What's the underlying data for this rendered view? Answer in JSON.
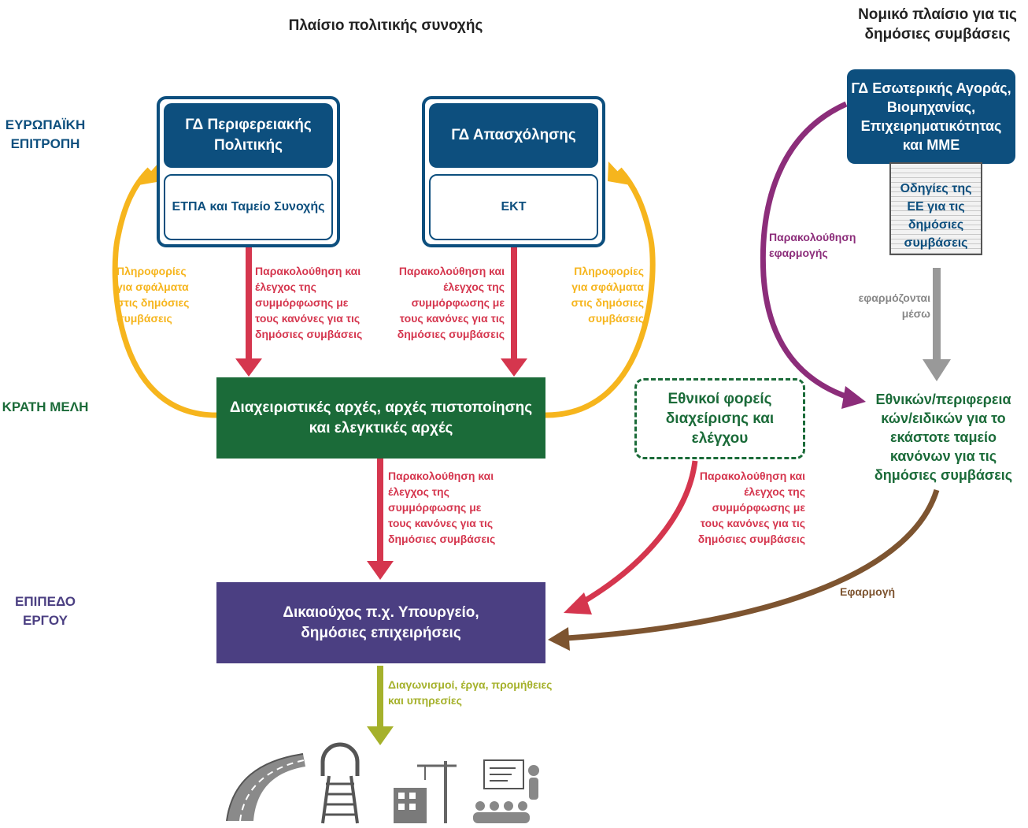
{
  "headers": {
    "policy": "Πλαίσιο πολιτικής συνοχής",
    "legal": "Νομικό πλαίσιο για τις δημόσιες συμβάσεις"
  },
  "levels": {
    "commission": "ΕΥΡΩΠΑΪΚΗ ΕΠΙΤΡΟΠΗ",
    "member_states": "ΚΡΑΤΗ ΜΕΛΗ",
    "project": "ΕΠΙΠΕΔΟ ΕΡΓΟΥ"
  },
  "boxes": {
    "dg_regio": "ΓΔ Περιφερειακής Πολιτικής",
    "erdf_cf": "ΕΤΠΑ και Ταμείο Συνοχής",
    "dg_empl": "ΓΔ Απασχόλησης",
    "esf": "ΕΚΤ",
    "dg_grow": "ΓΔ Εσωτερικής Αγοράς, Βιομηχανίας, Επιχειρηματικότητας και ΜΜΕ",
    "directives": "Οδηγίες της ΕΕ για τις δημόσιες συμβάσεις",
    "authorities": "Διαχειριστικές αρχές, αρχές πιστοποίησης και ελεγκτικές αρχές",
    "national_bodies": "Εθνικοί φορείς διαχείρισης και ελέγχου",
    "national_rules": "Εθνικών/περιφερεια κών/ειδικών για το εκάστοτε ταμείο κανόνων για τις δημόσιες συμβάσεις",
    "beneficiary": "Δικαιούχος π.χ. Υπουργείο, δημόσιες επιχειρήσεις"
  },
  "labels": {
    "monitoring_control": "Παρακολούθηση και έλεγχος της συμμόρφωσης με τους κανόνες για τις δημόσιες συμβάσεις",
    "error_info": "Πληροφορίες για σφάλματα στις δημόσιες συμβάσεις",
    "monitoring_implementation": "Παρακολούθηση εφαρμογής",
    "applied_through": "εφαρμόζονται μέσω",
    "application": "Εφαρμογή",
    "tenders": "Διαγωνισμοί, έργα, προμήθειες και υπηρεσίες"
  },
  "colors": {
    "navy": "#0d4f7e",
    "green": "#1b6b39",
    "purple": "#4b3f82",
    "red": "#d5364e",
    "yellow": "#f6b51d",
    "magenta": "#8c2d7a",
    "gray": "#999999",
    "brown": "#7d5430",
    "olive": "#a5b12b"
  },
  "icons": [
    "road-icon",
    "railway-icon",
    "building-construction-icon",
    "training-icon"
  ]
}
